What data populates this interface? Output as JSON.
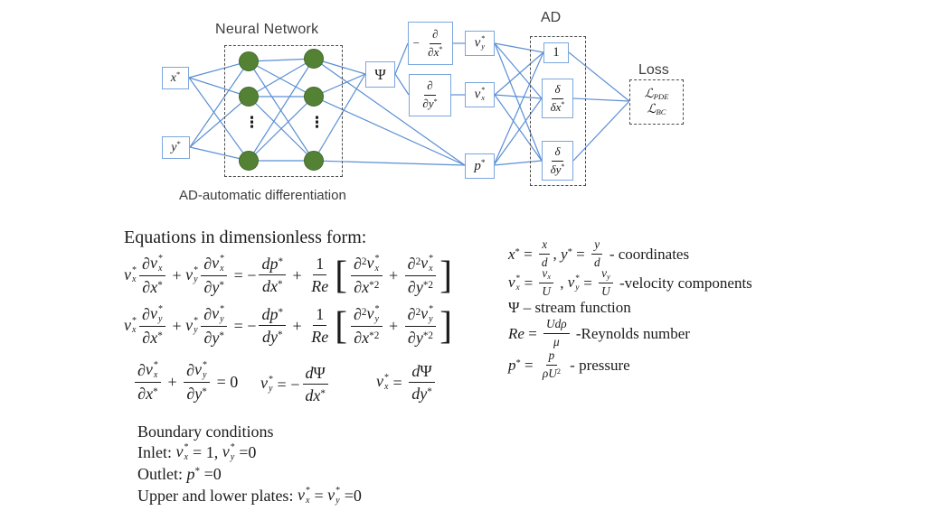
{
  "colors": {
    "blue": "#5b8fd4",
    "box-border": "#7ba6dd",
    "green": "#548235",
    "green-border": "#44682b",
    "dash": "#4a4a4a",
    "text": "#3d3d3d",
    "math": "#1c1c1c"
  },
  "diagram": {
    "labels": {
      "nn": "Neural Network",
      "ad": "AD",
      "loss": "Loss",
      "ad_note": "AD-automatic differentiation"
    },
    "ellipsis": "⋮",
    "nodes": {
      "input_x": [
        {
          "sup": [
            "x",
            "*"
          ]
        }
      ],
      "input_y": [
        {
          "sup": [
            "y",
            "*"
          ]
        }
      ],
      "psi": [
        {
          "r": "Ψ"
        }
      ],
      "ddx": [
        {
          "r": "− "
        },
        {
          "f": [
            [
              {
                "r": "∂"
              }
            ],
            [
              {
                "r": "∂"
              },
              {
                "sup": [
                  "x",
                  "*"
                ]
              }
            ]
          ]
        }
      ],
      "ddy": [
        {
          "f": [
            [
              {
                "r": "∂"
              }
            ],
            [
              {
                "r": "∂"
              },
              {
                "sup": [
                  "y",
                  "*"
                ]
              }
            ]
          ]
        }
      ],
      "vy": [
        {
          "ss": [
            "v",
            "y",
            "*"
          ]
        }
      ],
      "vx": [
        {
          "ss": [
            "v",
            "x",
            "*"
          ]
        }
      ],
      "p": [
        {
          "sup": [
            "p",
            "*"
          ]
        }
      ],
      "one": [
        {
          "r": "1"
        }
      ],
      "delta_x": [
        {
          "f": [
            [
              {
                "i": "δ"
              }
            ],
            [
              {
                "i": "δ"
              },
              {
                "sup": [
                  "x",
                  "*"
                ]
              }
            ]
          ]
        }
      ],
      "delta_y": [
        {
          "f": [
            [
              {
                "i": "δ"
              }
            ],
            [
              {
                "i": "δ"
              },
              {
                "sup": [
                  "y",
                  "*"
                ]
              }
            ]
          ]
        }
      ],
      "loss_pde": [
        {
          "sub": [
            "ℒ",
            "PDE"
          ]
        }
      ],
      "loss_bc": [
        {
          "sub": [
            "ℒ",
            "BC"
          ]
        }
      ]
    }
  },
  "equations": {
    "title": "Equations in dimensionless form:",
    "momentum_x": [
      {
        "ss": [
          "v",
          "x",
          "*"
        ]
      },
      {
        "f": [
          [
            {
              "r": "∂"
            },
            {
              "ss": [
                "v",
                "x",
                "*"
              ]
            }
          ],
          [
            {
              "r": "∂"
            },
            {
              "sup": [
                "x",
                "*"
              ]
            }
          ]
        ]
      },
      {
        "r": " + "
      },
      {
        "ss": [
          "v",
          "y",
          "*"
        ]
      },
      {
        "f": [
          [
            {
              "r": "∂"
            },
            {
              "ss": [
                "v",
                "x",
                "*"
              ]
            }
          ],
          [
            {
              "r": "∂"
            },
            {
              "sup": [
                "y",
                "*"
              ]
            }
          ]
        ]
      },
      {
        "r": " = −"
      },
      {
        "f": [
          [
            {
              "i": "d"
            },
            {
              "sup": [
                "p",
                "*"
              ]
            }
          ],
          [
            {
              "i": "d"
            },
            {
              "sup": [
                "x",
                "*"
              ]
            }
          ]
        ]
      },
      {
        "r": " + "
      },
      {
        "f": [
          [
            {
              "r": "1"
            }
          ],
          [
            {
              "i": "Re"
            }
          ]
        ]
      },
      {
        "br": "["
      },
      {
        "f": [
          [
            {
              "sup": [
                "∂",
                "2"
              ]
            },
            {
              "ss": [
                "v",
                "x",
                "*"
              ]
            }
          ],
          [
            {
              "r": "∂"
            },
            {
              "sup": [
                "x",
                "*2"
              ]
            }
          ]
        ]
      },
      {
        "r": " + "
      },
      {
        "f": [
          [
            {
              "sup": [
                "∂",
                "2"
              ]
            },
            {
              "ss": [
                "v",
                "x",
                "*"
              ]
            }
          ],
          [
            {
              "r": "∂"
            },
            {
              "sup": [
                "y",
                "*2"
              ]
            }
          ]
        ]
      },
      {
        "br": "]"
      }
    ],
    "momentum_y": [
      {
        "ss": [
          "v",
          "x",
          "*"
        ]
      },
      {
        "f": [
          [
            {
              "r": "∂"
            },
            {
              "ss": [
                "v",
                "y",
                "*"
              ]
            }
          ],
          [
            {
              "r": "∂"
            },
            {
              "sup": [
                "x",
                "*"
              ]
            }
          ]
        ]
      },
      {
        "r": " + "
      },
      {
        "ss": [
          "v",
          "y",
          "*"
        ]
      },
      {
        "f": [
          [
            {
              "r": "∂"
            },
            {
              "ss": [
                "v",
                "y",
                "*"
              ]
            }
          ],
          [
            {
              "r": "∂"
            },
            {
              "sup": [
                "y",
                "*"
              ]
            }
          ]
        ]
      },
      {
        "r": " = −"
      },
      {
        "f": [
          [
            {
              "i": "d"
            },
            {
              "sup": [
                "p",
                "*"
              ]
            }
          ],
          [
            {
              "i": "d"
            },
            {
              "sup": [
                "y",
                "*"
              ]
            }
          ]
        ]
      },
      {
        "r": " + "
      },
      {
        "f": [
          [
            {
              "r": "1"
            }
          ],
          [
            {
              "i": "Re"
            }
          ]
        ]
      },
      {
        "br": "["
      },
      {
        "f": [
          [
            {
              "sup": [
                "∂",
                "2"
              ]
            },
            {
              "ss": [
                "v",
                "y",
                "*"
              ]
            }
          ],
          [
            {
              "r": "∂"
            },
            {
              "sup": [
                "x",
                "*2"
              ]
            }
          ]
        ]
      },
      {
        "r": " + "
      },
      {
        "f": [
          [
            {
              "sup": [
                "∂",
                "2"
              ]
            },
            {
              "ss": [
                "v",
                "y",
                "*"
              ]
            }
          ],
          [
            {
              "r": "∂"
            },
            {
              "sup": [
                "y",
                "*2"
              ]
            }
          ]
        ]
      },
      {
        "br": "]"
      }
    ],
    "continuity": [
      {
        "f": [
          [
            {
              "r": "∂"
            },
            {
              "ss": [
                "v",
                "x",
                "*"
              ]
            }
          ],
          [
            {
              "r": "∂"
            },
            {
              "sup": [
                "x",
                "*"
              ]
            }
          ]
        ]
      },
      {
        "r": " + "
      },
      {
        "f": [
          [
            {
              "r": "∂"
            },
            {
              "ss": [
                "v",
                "y",
                "*"
              ]
            }
          ],
          [
            {
              "r": "∂"
            },
            {
              "sup": [
                "y",
                "*"
              ]
            }
          ]
        ]
      },
      {
        "r": " = 0"
      }
    ],
    "vy_def": [
      {
        "ss": [
          "v",
          "y",
          "*"
        ]
      },
      {
        "r": " = −"
      },
      {
        "f": [
          [
            {
              "i": "d"
            },
            {
              "r": "Ψ"
            }
          ],
          [
            {
              "i": "d"
            },
            {
              "sup": [
                "x",
                "*"
              ]
            }
          ]
        ]
      }
    ],
    "vx_def": [
      {
        "ss": [
          "v",
          "x",
          "*"
        ]
      },
      {
        "r": " = "
      },
      {
        "f": [
          [
            {
              "i": "d"
            },
            {
              "r": "Ψ"
            }
          ],
          [
            {
              "i": "d"
            },
            {
              "sup": [
                "y",
                "*"
              ]
            }
          ]
        ]
      }
    ]
  },
  "definitions": {
    "coords": [
      {
        "sup": [
          "x",
          "*"
        ]
      },
      {
        "r": " = "
      },
      {
        "f": [
          [
            {
              "i": "x"
            }
          ],
          [
            {
              "i": "d"
            }
          ]
        ]
      },
      {
        "r": ", "
      },
      {
        "sup": [
          "y",
          "*"
        ]
      },
      {
        "r": " = "
      },
      {
        "f": [
          [
            {
              "i": "y"
            }
          ],
          [
            {
              "i": "d"
            }
          ]
        ]
      },
      {
        "r": " - coordinates"
      }
    ],
    "velocity": [
      {
        "ss": [
          "v",
          "x",
          "*"
        ]
      },
      {
        "r": " = "
      },
      {
        "f": [
          [
            {
              "sub": [
                "v",
                "x"
              ]
            }
          ],
          [
            {
              "i": "U"
            }
          ]
        ]
      },
      {
        "r": " , "
      },
      {
        "ss": [
          "v",
          "y",
          "*"
        ]
      },
      {
        "r": " = "
      },
      {
        "f": [
          [
            {
              "sub": [
                "v",
                "y"
              ]
            }
          ],
          [
            {
              "i": "U"
            }
          ]
        ]
      },
      {
        "r": " -velocity components"
      }
    ],
    "stream": [
      {
        "r": "Ψ – stream function"
      }
    ],
    "reynolds": [
      {
        "i": "Re"
      },
      {
        "r": " = "
      },
      {
        "f": [
          [
            {
              "i": "Udρ"
            }
          ],
          [
            {
              "i": "μ"
            }
          ]
        ]
      },
      {
        "r": " -Reynolds number"
      }
    ],
    "pressure": [
      {
        "sup": [
          "p",
          "*"
        ]
      },
      {
        "r": " = "
      },
      {
        "f": [
          [
            {
              "i": "p"
            }
          ],
          [
            {
              "i": "ρ"
            },
            {
              "sup": [
                "U",
                "2"
              ]
            }
          ]
        ]
      },
      {
        "r": " - pressure"
      }
    ]
  },
  "boundary": {
    "title": "Boundary conditions",
    "inlet": [
      {
        "r": "Inlet: "
      },
      {
        "ss": [
          "v",
          "x",
          "*"
        ]
      },
      {
        "r": " = 1, "
      },
      {
        "ss": [
          "v",
          "y",
          "*"
        ]
      },
      {
        "r": " =0"
      }
    ],
    "outlet": [
      {
        "r": "Outlet: "
      },
      {
        "sup": [
          "p",
          "*"
        ]
      },
      {
        "r": " =0"
      }
    ],
    "plates": [
      {
        "r": "Upper and lower plates: "
      },
      {
        "ss": [
          "v",
          "x",
          "*"
        ]
      },
      {
        "r": " = "
      },
      {
        "ss": [
          "v",
          "y",
          "*"
        ]
      },
      {
        "r": " =0"
      }
    ]
  }
}
